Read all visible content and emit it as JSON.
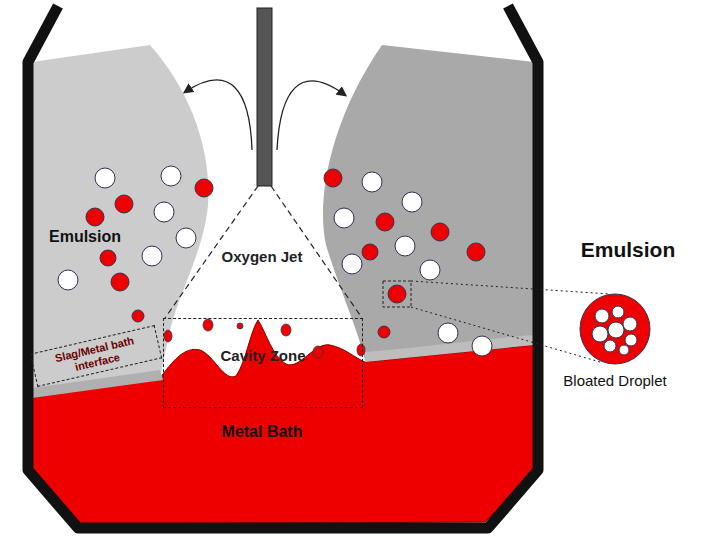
{
  "diagram": {
    "nodes": [
      {
        "text": [
          "Emulsion"
        ]
      },
      {
        "text": [
          "Oxygen Jet"
        ]
      },
      {
        "text": [
          "Cavity Zone"
        ]
      },
      {
        "text": [
          "Slag/Metal bath interface"
        ]
      },
      {
        "text": [
          "Metal Bath"
        ]
      },
      {
        "text": [
          "Bloated Droplet"
        ]
      }
    ],
    "labels": [
      "Emulsion"
    ]
  }
}
